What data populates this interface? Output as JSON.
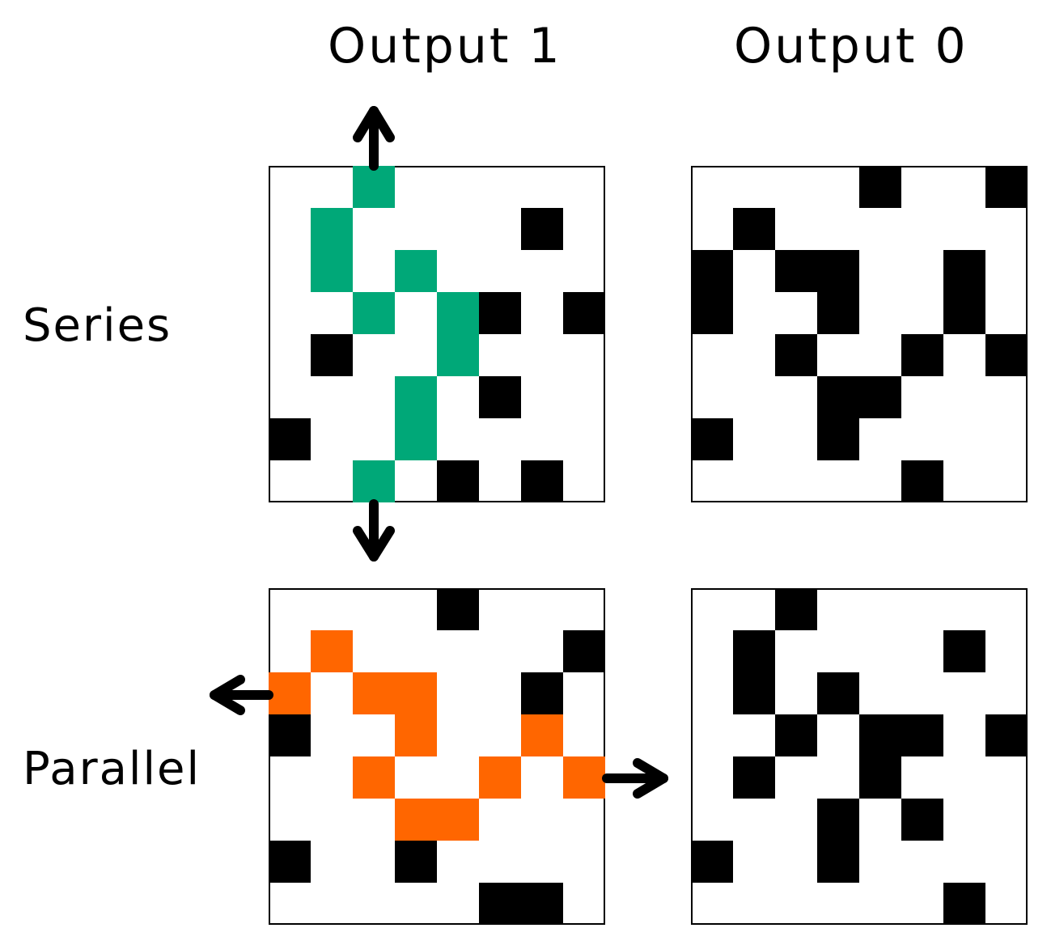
{
  "labels": {
    "col_1": "Output 1",
    "col_0": "Output 0",
    "row_series": "Series",
    "row_parallel": "Parallel"
  },
  "colors": {
    "blocked": "#000000",
    "open": "#ffffff",
    "series_path": "#00a878",
    "parallel_path": "#ff6600"
  },
  "grids": [
    {
      "id": "series-output-1",
      "rows": [
        "..G.....",
        ".G....B.",
        ".G.G....",
        "..G.GB.B",
        ".B..G...",
        "...G.B..",
        "B..G....",
        "..G.B.B."
      ]
    },
    {
      "id": "series-output-0",
      "rows": [
        "....B..B",
        ".B......",
        "B.BB..B.",
        "B..B..B.",
        "..B..B.B",
        "...BB...",
        "B..B....",
        ".....B.."
      ]
    },
    {
      "id": "parallel-output-1",
      "rows": [
        "....B...",
        ".O.....B",
        "O.OO..B.",
        "B..O..O.",
        "..O..O.O",
        "...OO...",
        "B..B....",
        ".....BB."
      ]
    },
    {
      "id": "parallel-output-0",
      "rows": [
        "..B.....",
        ".B....B.",
        ".B.B....",
        "..B.BB.B",
        ".B..B...",
        "...B.B..",
        "B..B....",
        "......B."
      ]
    }
  ],
  "arrows": [
    {
      "id": "series-top-arrow",
      "direction": "up"
    },
    {
      "id": "series-bottom-arrow",
      "direction": "down"
    },
    {
      "id": "parallel-left-arrow",
      "direction": "left"
    },
    {
      "id": "parallel-right-arrow",
      "direction": "right"
    }
  ]
}
